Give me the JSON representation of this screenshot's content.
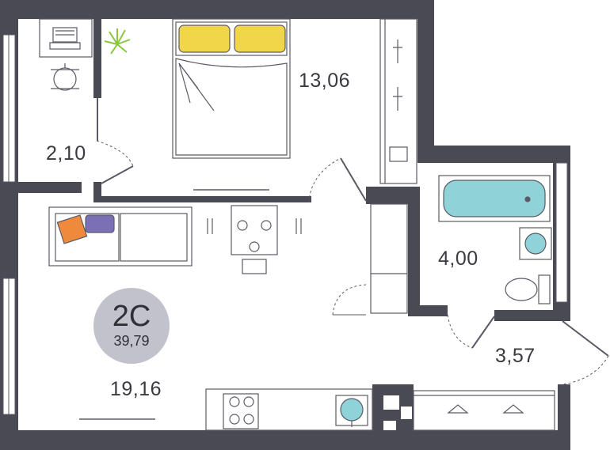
{
  "apartment": {
    "code": "2С",
    "total_area": "39,79"
  },
  "rooms": [
    {
      "id": "bedroom",
      "area": "13,06"
    },
    {
      "id": "office",
      "area": "2,10"
    },
    {
      "id": "bathroom",
      "area": "4,00"
    },
    {
      "id": "wardrobe",
      "area": "3,57"
    },
    {
      "id": "living-kitchen",
      "area": "19,16"
    }
  ],
  "colors": {
    "wall": "#4a4a55",
    "line": "#5a5a66",
    "pillow": "#f2d64a",
    "bath_water": "#8fd3d8",
    "plant": "#8cc63f",
    "cushion_orange": "#ef8a3c",
    "cushion_purple": "#7b6fb5",
    "badge": "#c2c2cc"
  }
}
